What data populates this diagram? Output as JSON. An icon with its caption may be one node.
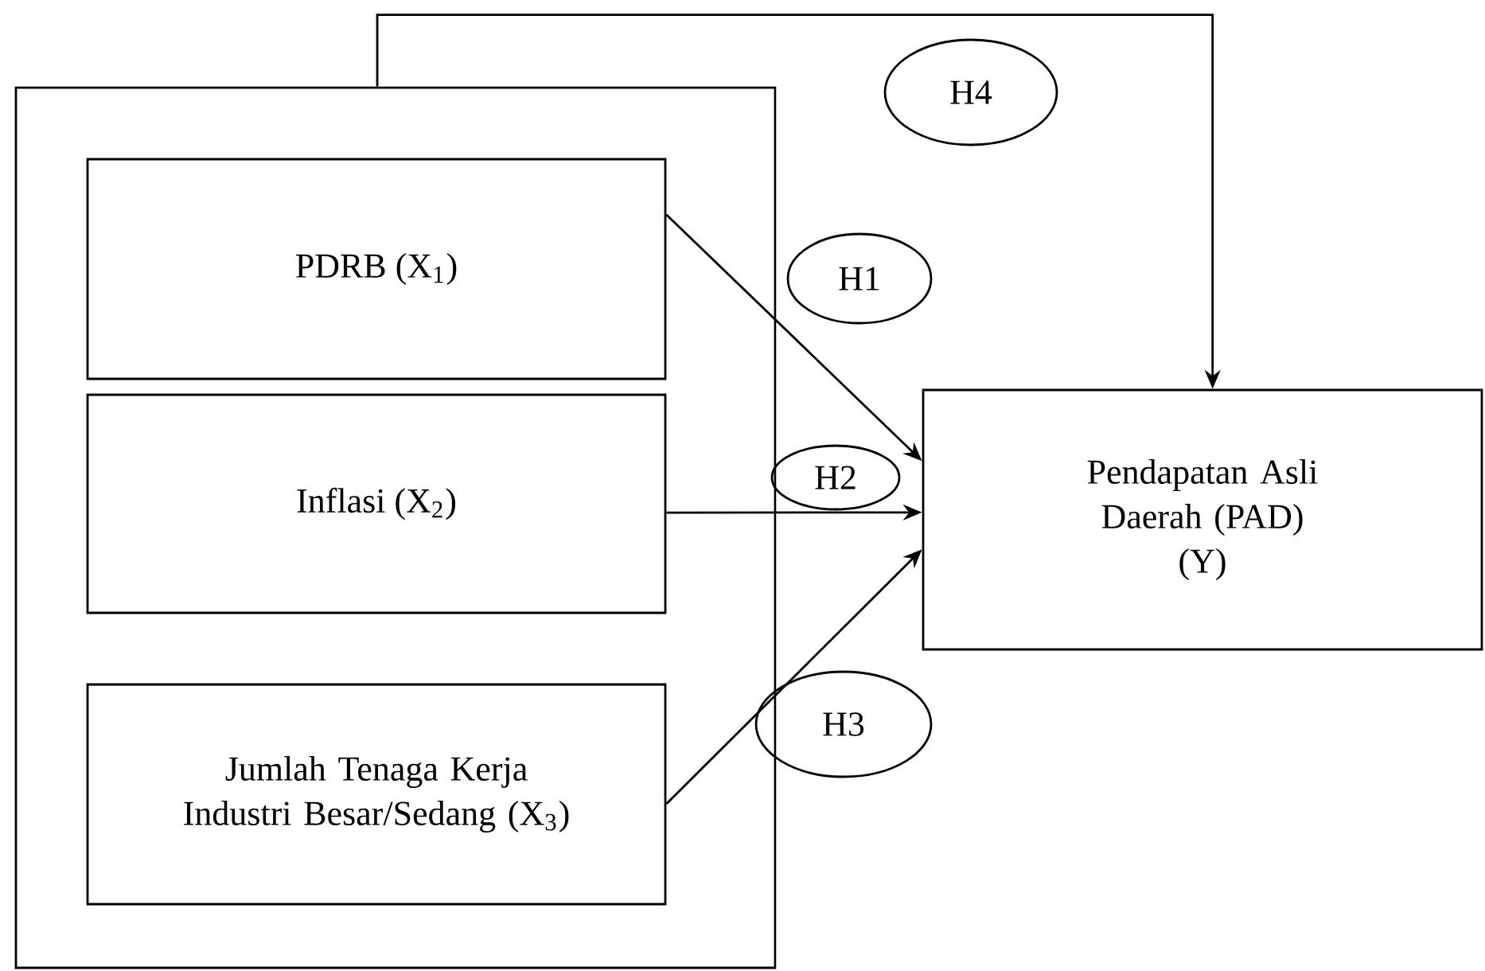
{
  "diagram": {
    "nodes": [
      {
        "text": [],
        "shape": "box"
      },
      {
        "text": [
          "PDRB (X$_{1}$)"
        ],
        "in": 0
      },
      {
        "text": [
          "Inflasi (X$_{2}$)"
        ],
        "in": 0
      },
      {
        "text": [
          "Jumlah Tenaga Kerja Industri Besar/Sedang (X$_{3}$)"
        ],
        "in": 0
      },
      {
        "text": [
          "Pendapatan Asli Daerah (PAD)",
          "(Y)"
        ]
      },
      {
        "text": [
          "H4"
        ]
      },
      {
        "text": [
          "H1"
        ]
      },
      {
        "text": [
          "H2"
        ]
      },
      {
        "text": [
          "H3"
        ]
      }
    ],
    "edges": [
      {
        "from": 1,
        "to": 4,
        "arrow": "to"
      },
      {
        "from": 2,
        "to": 4,
        "arrow": "to"
      },
      {
        "from": 3,
        "to": 4,
        "arrow": "to"
      },
      {
        "from": 0,
        "to": 4,
        "arrow": "to"
      }
    ]
  }
}
